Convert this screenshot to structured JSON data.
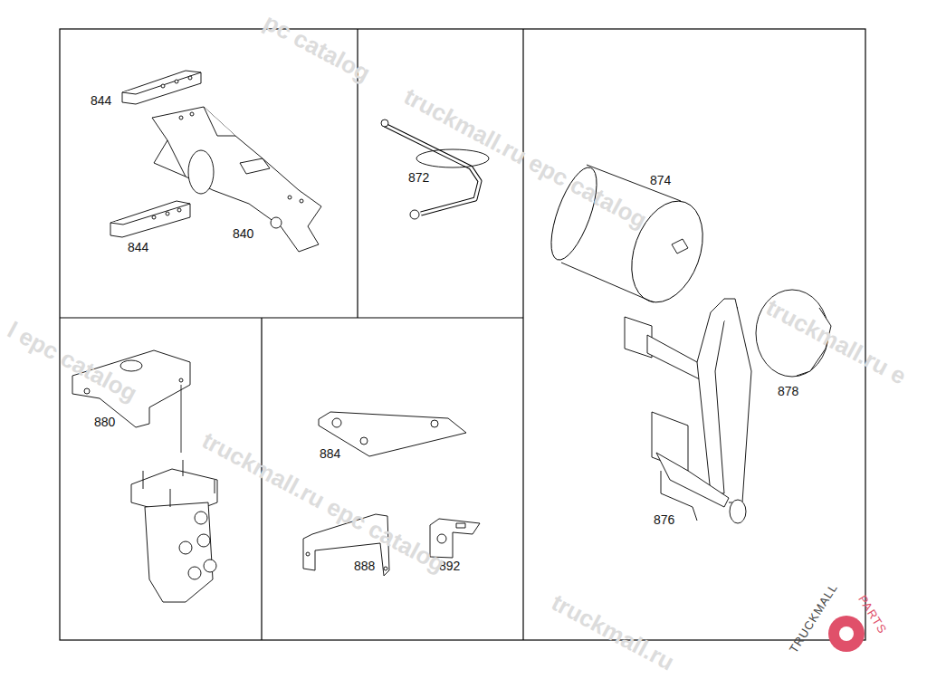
{
  "diagram": {
    "labels": [
      "844",
      "844",
      "840",
      "872",
      "874",
      "878",
      "876",
      "880",
      "884",
      "888",
      "892",
      "pc catalog",
      "truckmall.ru epc catalog",
      "truckmall.ru e",
      "l epc catalog",
      "truckmall.ru epc catalog",
      "truckmall.ru",
      "TRUCKMALL",
      "PARTS"
    ]
  }
}
